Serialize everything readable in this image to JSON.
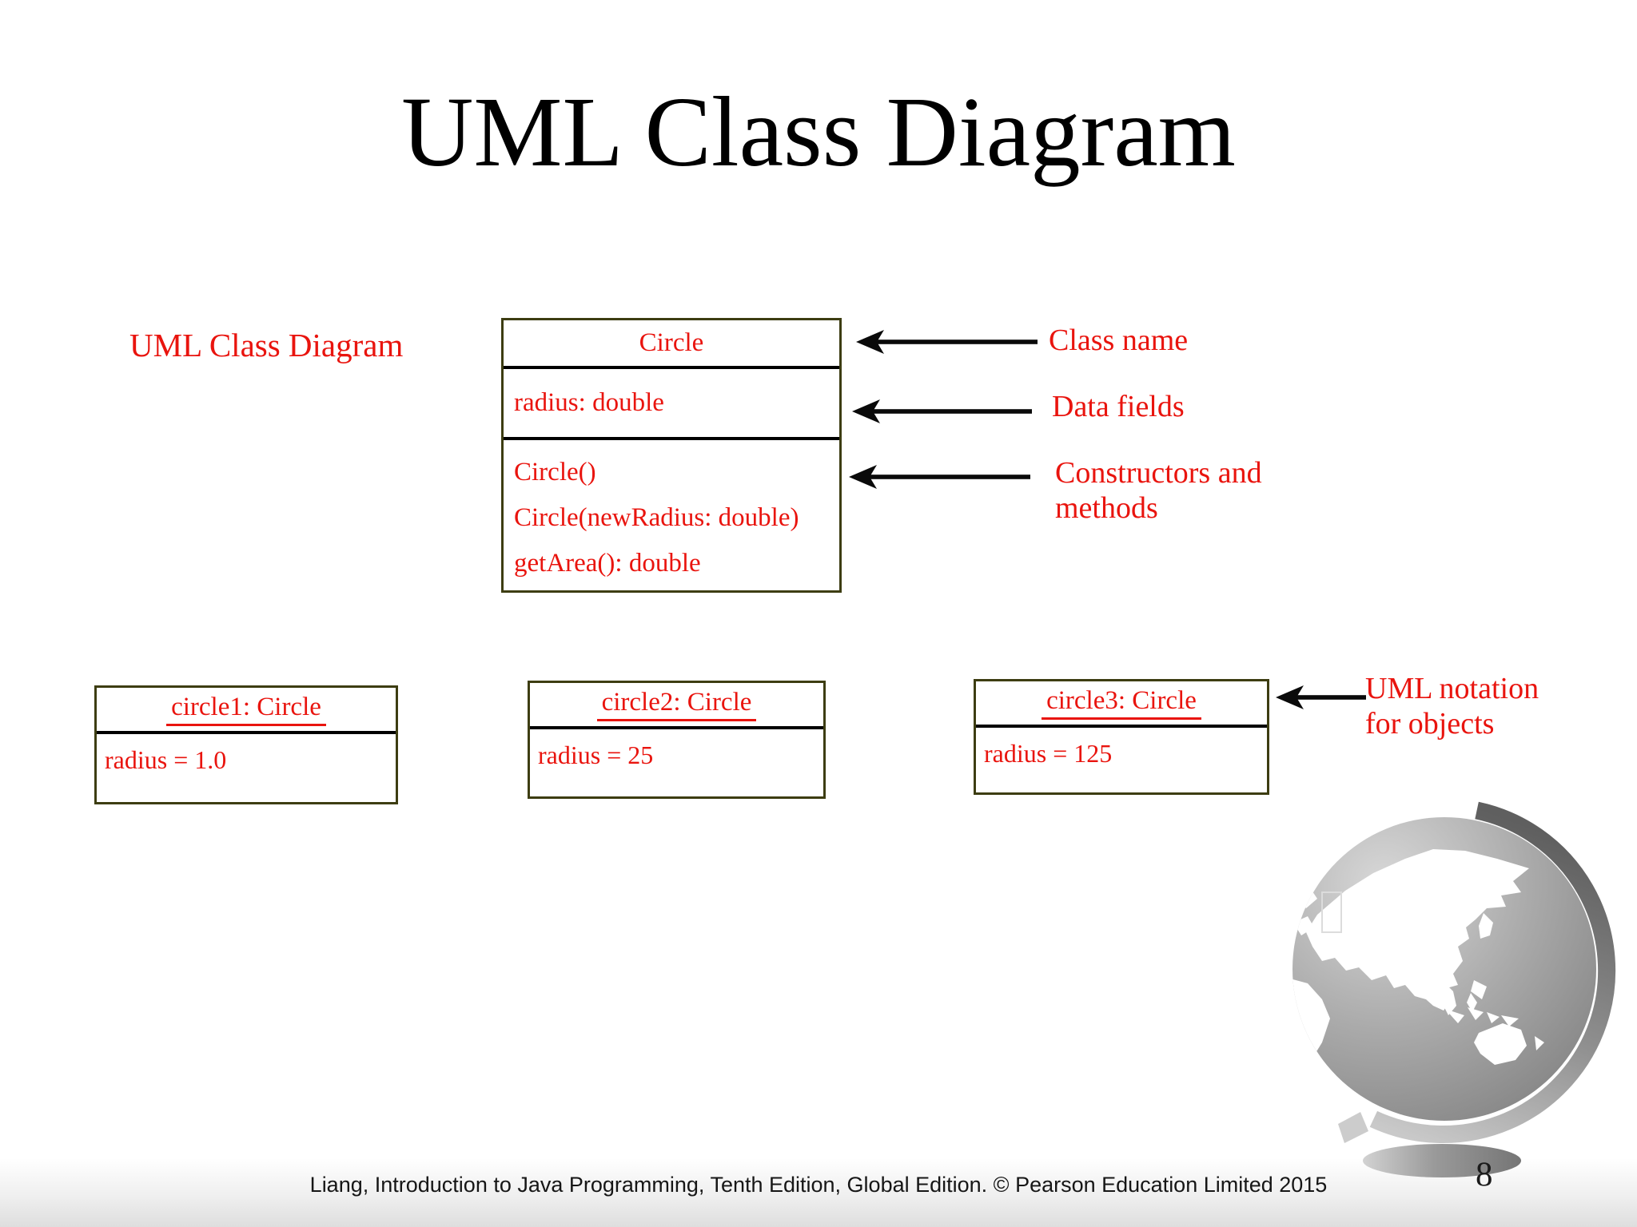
{
  "slide": {
    "title": "UML Class Diagram",
    "footer_credit": "Liang, Introduction to Java Programming, Tenth Edition, Global Edition. © Pearson Education Limited 2015",
    "page_number": "8"
  },
  "section_label": "UML Class Diagram",
  "class_box": {
    "name": "Circle",
    "fields": [
      "radius: double"
    ],
    "methods": [
      "Circle()",
      "Circle(newRadius: double)",
      "getArea(): double"
    ]
  },
  "annotations": {
    "class_name": "Class name",
    "data_fields": "Data fields",
    "constructors_line1": "Constructors and",
    "constructors_line2": "methods",
    "notation_line1": "UML notation",
    "notation_line2": "for objects"
  },
  "objects": [
    {
      "name": "circle1: Circle",
      "value": "radius = 1.0"
    },
    {
      "name": "circle2: Circle",
      "value": "radius = 25"
    },
    {
      "name": "circle3: Circle",
      "value": "radius = 125"
    }
  ],
  "colors": {
    "red_text": "#e9140e",
    "box_border": "#3d3d12",
    "separator": "#000000",
    "arrow_black": "#0a0a0a"
  },
  "icons": {
    "arrow": "left-stealth-arrow-icon",
    "globe": "globe-graphic"
  }
}
